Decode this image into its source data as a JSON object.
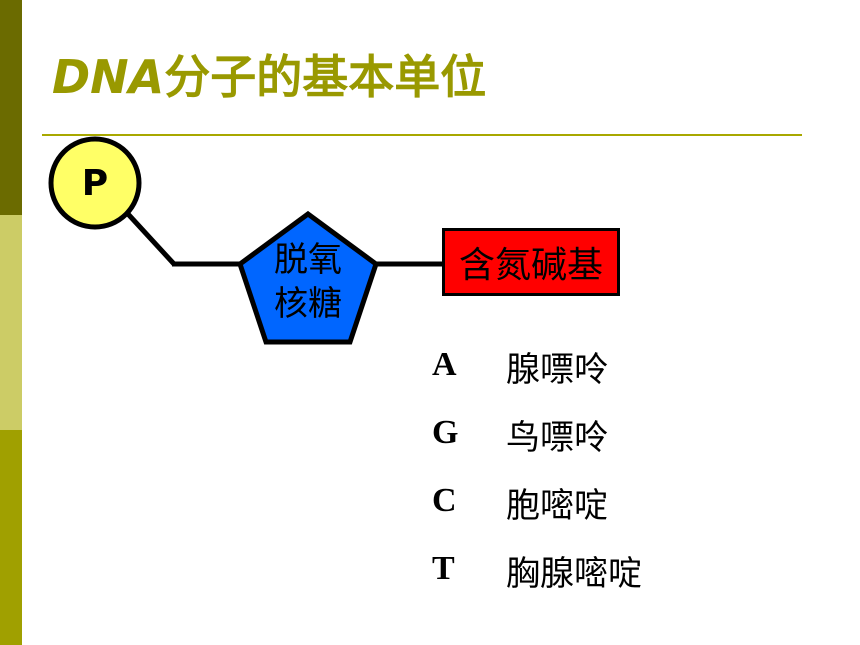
{
  "title": {
    "latin": "DNA",
    "chinese": "分子的基本单位"
  },
  "phosphate": {
    "label": "P",
    "color": "#ffff66"
  },
  "sugar": {
    "line1": "脱氧",
    "line2": "核糖",
    "color": "#0066ff"
  },
  "base": {
    "label": "含氮碱基",
    "color": "#ff0000"
  },
  "base_list": [
    {
      "letter": "A",
      "name": "腺嘌呤"
    },
    {
      "letter": "G",
      "name": "鸟嘌呤"
    },
    {
      "letter": "C",
      "name": "胞嘧啶"
    },
    {
      "letter": "T",
      "name": "胸腺嘧啶"
    }
  ],
  "colors": {
    "title": "#999900",
    "bar_dark": "#6b6b00",
    "bar_light": "#cccc66",
    "bar_mid": "#a0a000"
  }
}
